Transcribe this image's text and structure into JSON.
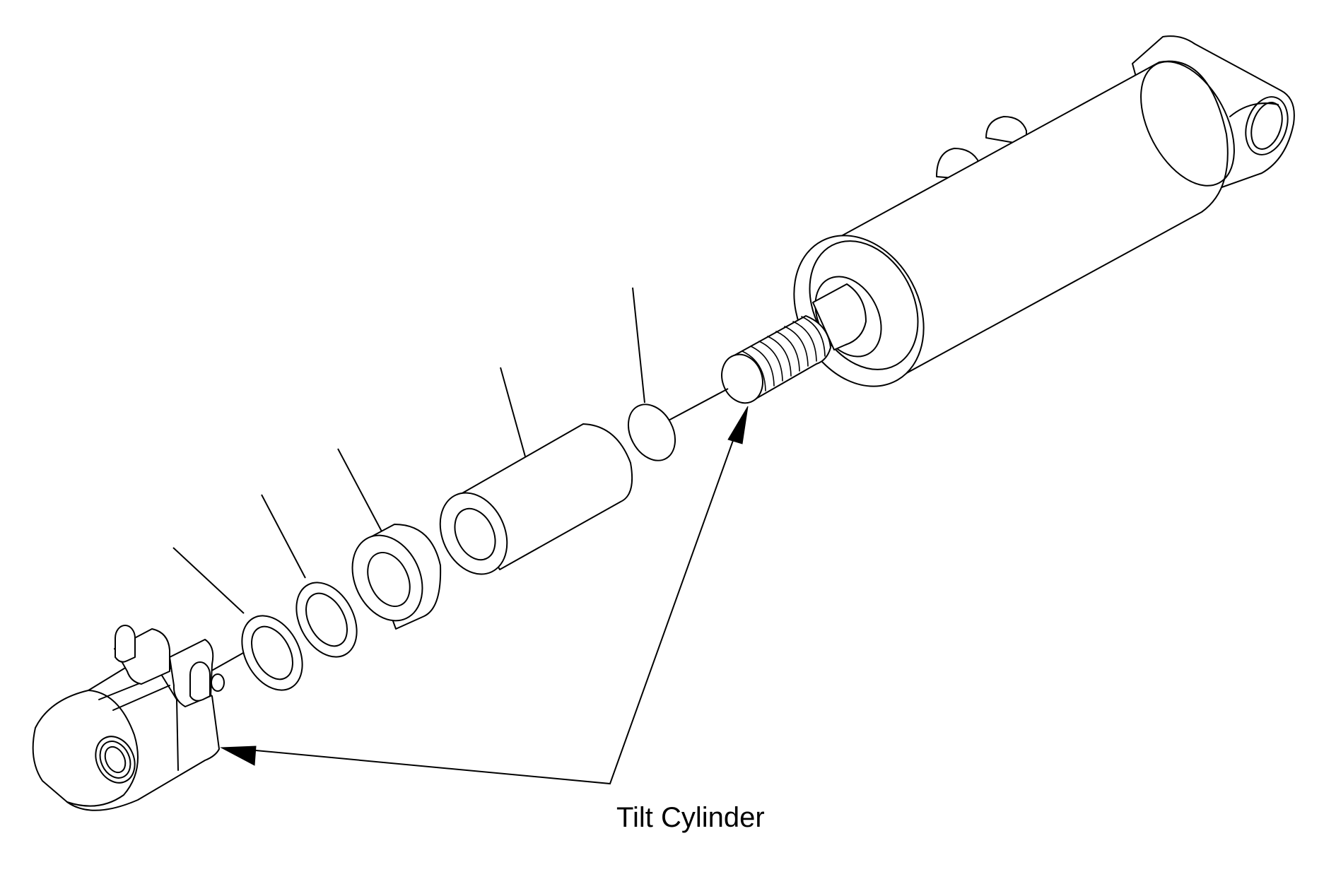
{
  "diagram": {
    "label": "Tilt Cylinder",
    "stroke_color": "#000000",
    "background_color": "#ffffff",
    "parts": [
      "rod-end-clevis",
      "washer-1",
      "washer-2",
      "bushing-ring",
      "spacer-tube",
      "o-ring",
      "cylinder-rod",
      "cylinder-barrel"
    ]
  }
}
